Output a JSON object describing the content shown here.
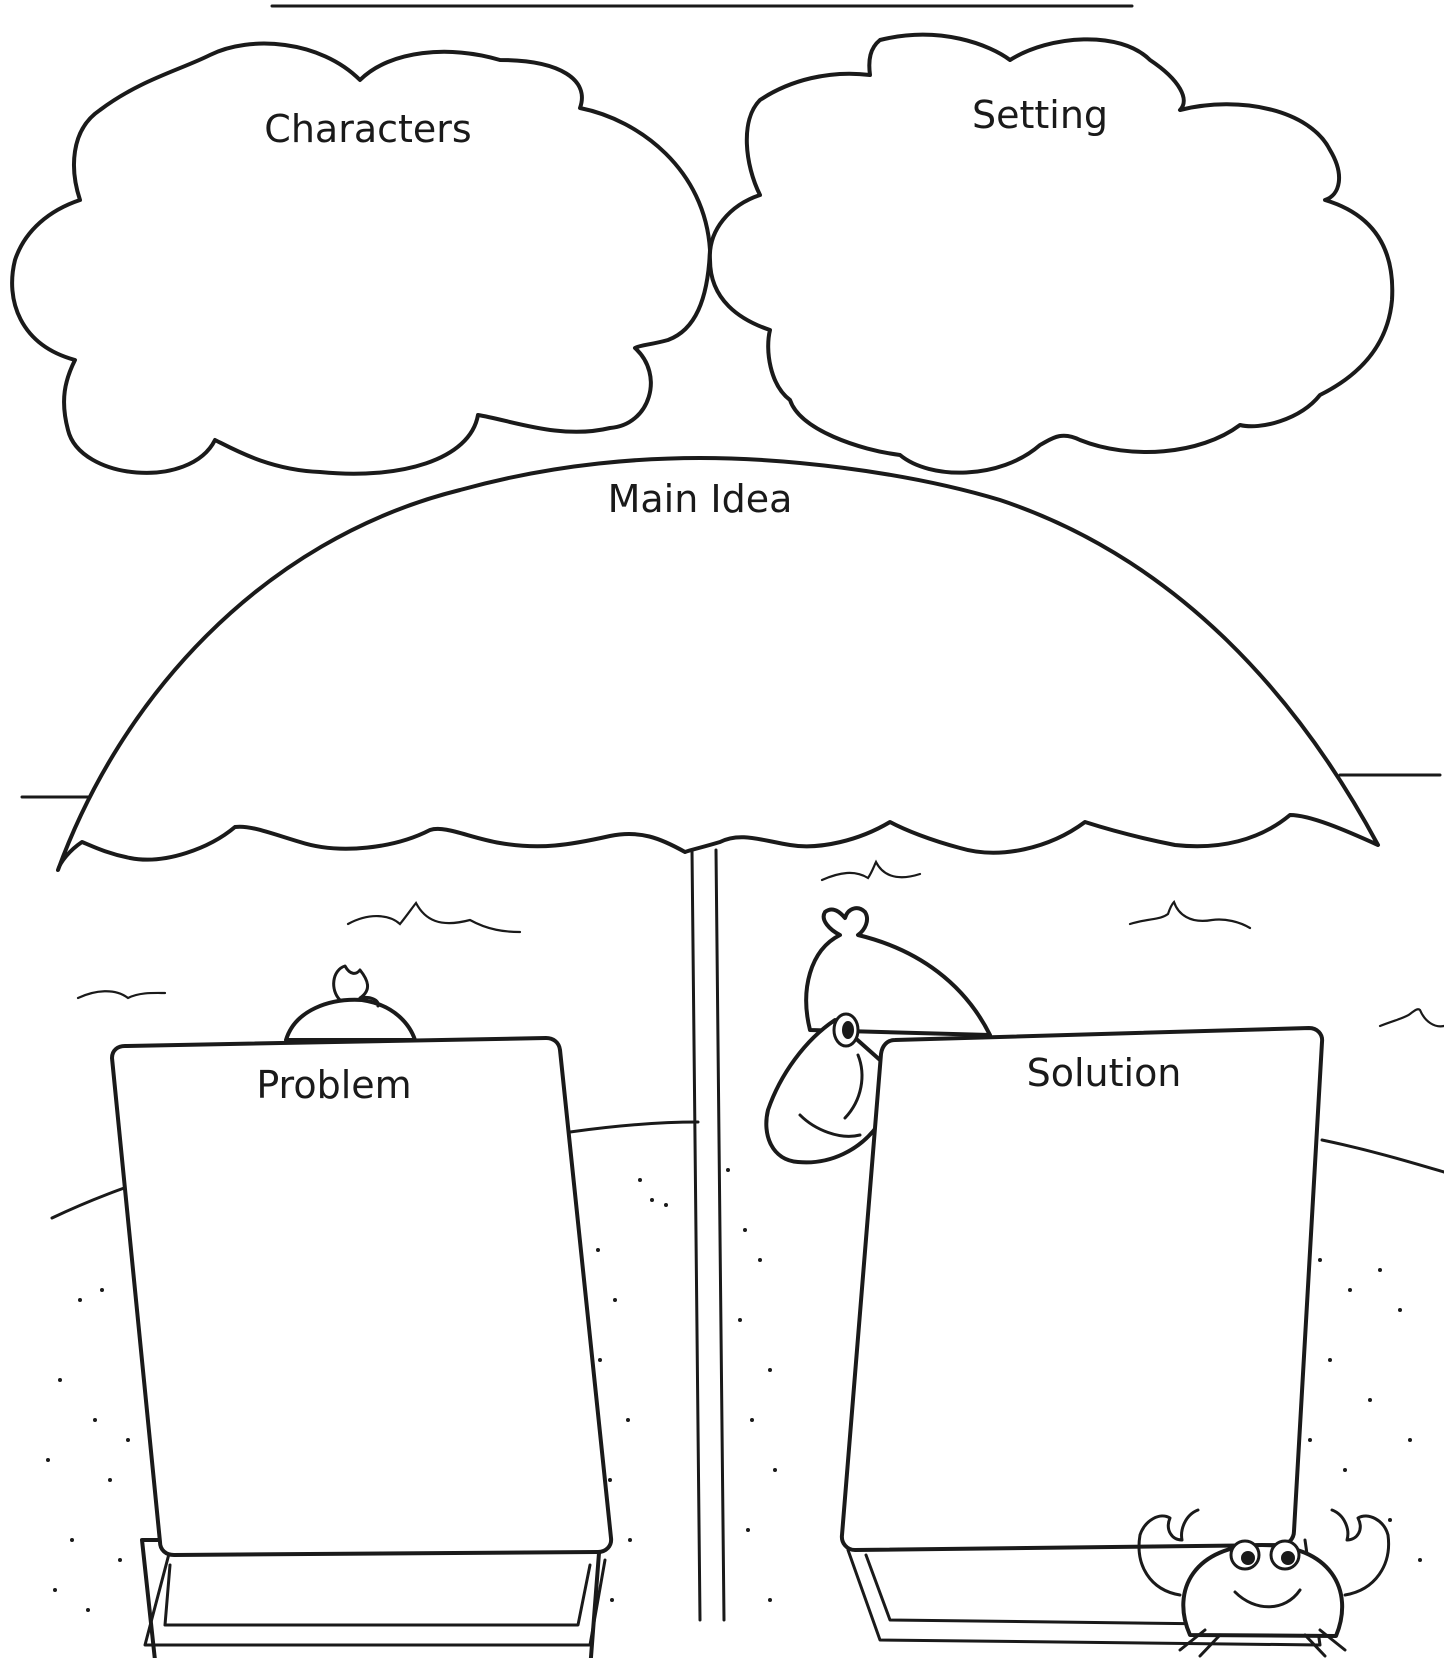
{
  "organizer": {
    "characters_label": "Characters",
    "setting_label": "Setting",
    "main_idea_label": "Main Idea",
    "problem_label": "Problem",
    "solution_label": "Solution"
  }
}
